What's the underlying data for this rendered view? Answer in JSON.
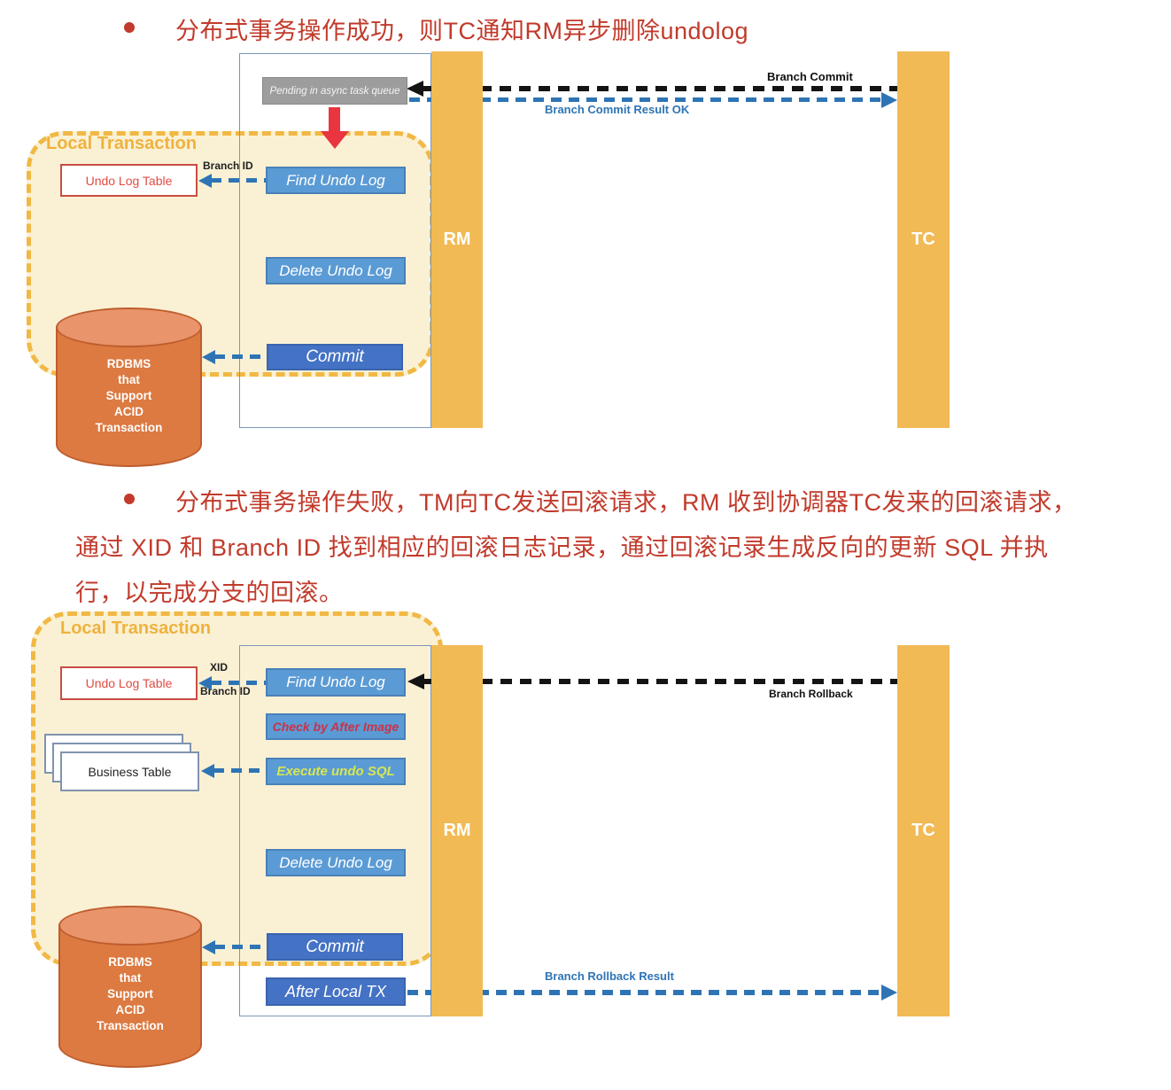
{
  "bullets": {
    "b1": "分布式事务操作成功，则TC通知RM异步删除undolog",
    "b2_line1": "分布式事务操作失败，TM向TC发送回滚请求，RM 收到协调器TC发来的回滚请求，",
    "b2_line2": "通过 XID 和 Branch ID 找到相应的回滚日志记录，通过回滚记录生成反向的更新 SQL 并执",
    "b2_line3": "行，以完成分支的回滚。"
  },
  "diagram_success": {
    "local_transaction": "Local Transaction",
    "pending_queue": "Pending in async task queue",
    "undo_log_table": "Undo Log Table",
    "branch_id": "Branch ID",
    "find_undo_log": "Find Undo Log",
    "delete_undo_log": "Delete Undo Log",
    "commit": "Commit",
    "rdbms_lines": [
      "RDBMS",
      "that",
      "Support",
      "ACID",
      "Transaction"
    ],
    "rm": "RM",
    "tc": "TC",
    "branch_commit": "Branch Commit",
    "branch_commit_result": "Branch Commit Result OK"
  },
  "diagram_rollback": {
    "local_transaction": "Local Transaction",
    "undo_log_table": "Undo Log Table",
    "xid": "XID",
    "branch_id": "Branch ID",
    "find_undo_log": "Find Undo Log",
    "check_by_after_image": "Check by After Image",
    "execute_undo_sql": "Execute undo SQL",
    "business_table": "Business Table",
    "delete_undo_log": "Delete Undo Log",
    "commit": "Commit",
    "after_local_tx": "After Local TX",
    "rdbms_lines": [
      "RDBMS",
      "that",
      "Support",
      "ACID",
      "Transaction"
    ],
    "rm": "RM",
    "tc": "TC",
    "branch_rollback": "Branch Rollback",
    "branch_rollback_result": "Branch Rollback Result"
  },
  "colors": {
    "bullet_text": "#C13A2B",
    "region_fill": "#FAF1D4",
    "region_border": "#F1B844",
    "column_fill": "#F1BA55",
    "box_blue": "#5B9BD5",
    "box_dark_blue": "#4472C4",
    "gray_box": "#9D9D9D",
    "cylinder_fill": "#DC7A41",
    "blue_arrow": "#2E74B5",
    "red_arrow": "#E8353F",
    "check_text": "#CB3148",
    "execute_text": "#D8E650"
  }
}
